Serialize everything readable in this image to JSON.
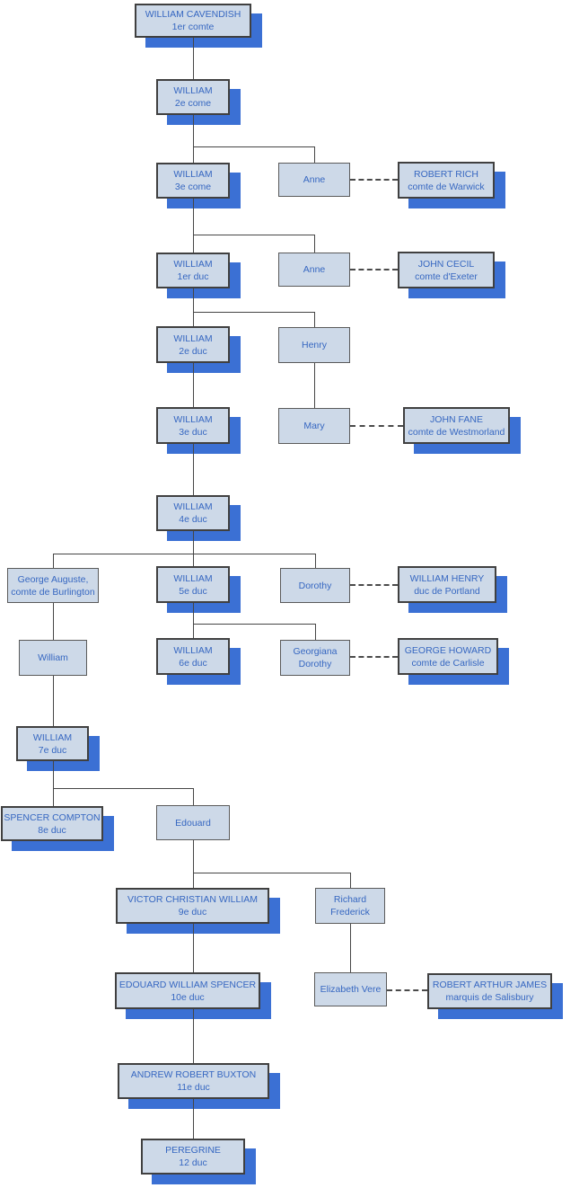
{
  "colors": {
    "fill": "#cdd9e8",
    "border": "#404040",
    "text": "#3667c1",
    "shadow": "#3b70d4",
    "line": "#454545"
  },
  "nodes": {
    "william_cavendish": {
      "name": "WILLIAM CAVENDISH",
      "title": "1er comte"
    },
    "william_2e_come": {
      "name": "WILLIAM",
      "title": "2e come"
    },
    "william_3e_come": {
      "name": "WILLIAM",
      "title": "3e come"
    },
    "anne_warwick": {
      "name": "Anne"
    },
    "robert_rich": {
      "name": "ROBERT RICH",
      "title": "comte de Warwick"
    },
    "william_1er_duc": {
      "name": "WILLIAM",
      "title": "1er duc"
    },
    "anne_exeter": {
      "name": "Anne"
    },
    "john_cecil": {
      "name": "JOHN CECIL",
      "title": "comte d'Exeter"
    },
    "william_2e_duc": {
      "name": "WILLIAM",
      "title": "2e duc"
    },
    "henry": {
      "name": "Henry"
    },
    "william_3e_duc": {
      "name": "WILLIAM",
      "title": "3e duc"
    },
    "mary": {
      "name": "Mary"
    },
    "john_fane": {
      "name": "JOHN FANE",
      "title": "comte de Westmorland"
    },
    "william_4e_duc": {
      "name": "WILLIAM",
      "title": "4e duc"
    },
    "george_auguste": {
      "name": "George Auguste,",
      "title": "comte de Burlington"
    },
    "william_5e_duc": {
      "name": "WILLIAM",
      "title": "5e duc"
    },
    "dorothy": {
      "name": "Dorothy"
    },
    "william_henry": {
      "name": "WILLIAM HENRY",
      "title": "duc de Portland"
    },
    "william_fils": {
      "name": "William"
    },
    "william_6e_duc": {
      "name": "WILLIAM",
      "title": "6e duc"
    },
    "georgiana_dorothy": {
      "name": "Georgiana",
      "title": "Dorothy"
    },
    "george_howard": {
      "name": "GEORGE HOWARD",
      "title": "comte de Carlisle"
    },
    "william_7e_duc": {
      "name": "WILLIAM",
      "title": "7e duc"
    },
    "spencer_compton": {
      "name": "SPENCER COMPTON",
      "title": "8e duc"
    },
    "edouard": {
      "name": "Edouard"
    },
    "victor_christian_william": {
      "name": "VICTOR CHRISTIAN WILLIAM",
      "title": "9e duc"
    },
    "richard_frederick": {
      "name": "Richard",
      "title": "Frederick"
    },
    "edouard_william_spencer": {
      "name": "EDOUARD WILLIAM SPENCER",
      "title": "10e duc"
    },
    "elizabeth_vere": {
      "name": "Elizabeth Vere"
    },
    "robert_arthur_james": {
      "name": "ROBERT ARTHUR JAMES",
      "title": "marquis de Salisbury"
    },
    "andrew_robert_buxton": {
      "name": "ANDREW ROBERT BUXTON",
      "title": "11e duc"
    },
    "peregrine": {
      "name": "PEREGRINE",
      "title": "12 duc"
    }
  }
}
